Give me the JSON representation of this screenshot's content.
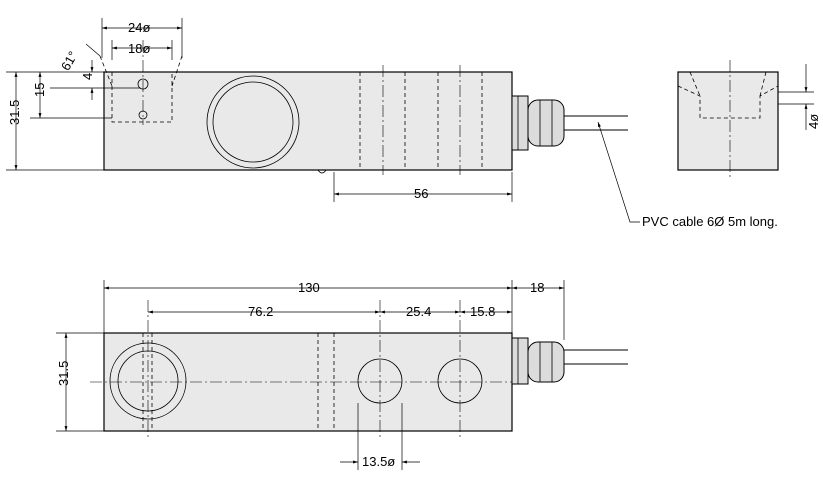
{
  "side_view": {
    "dims": {
      "top_width": "24ø",
      "hole_spacing": "18ø",
      "chamfer_angle": "61°",
      "hole_height": "4",
      "hole_depth": "15",
      "height": "31.5",
      "groove_offset": "56"
    },
    "cable_note": "PVC cable 6Ø 5m long."
  },
  "end_view": {
    "dims": {
      "hole": "4ø"
    }
  },
  "top_view": {
    "dims": {
      "length": "130",
      "gland_length": "18",
      "to_first_hole": "76.2",
      "hole_spacing": "25.4",
      "hole_to_end": "15.8",
      "width": "31.5",
      "hole_diameter": "13.5ø"
    }
  }
}
